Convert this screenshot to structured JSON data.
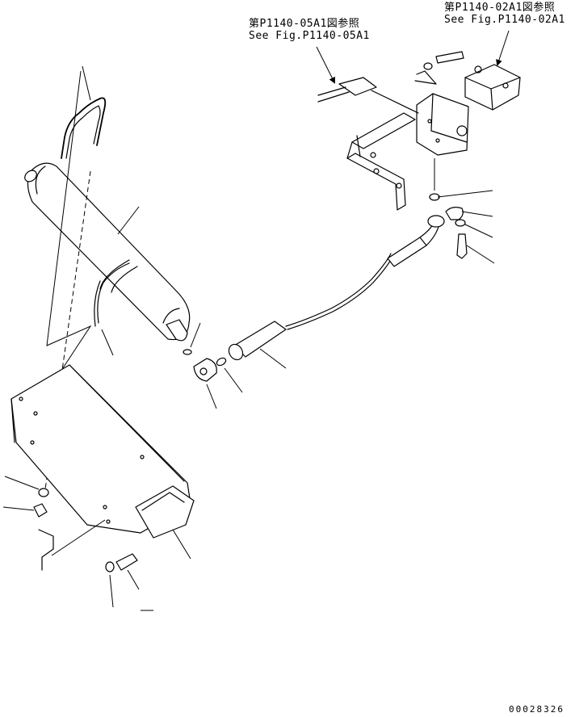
{
  "references": [
    {
      "line1": "第P1140-05A1図参照",
      "line2": "See Fig.P1140-05A1"
    },
    {
      "line1": "第P1140-02A1図参照",
      "line2": "See Fig.P1140-02A1"
    }
  ],
  "drawing_code": "00028326"
}
